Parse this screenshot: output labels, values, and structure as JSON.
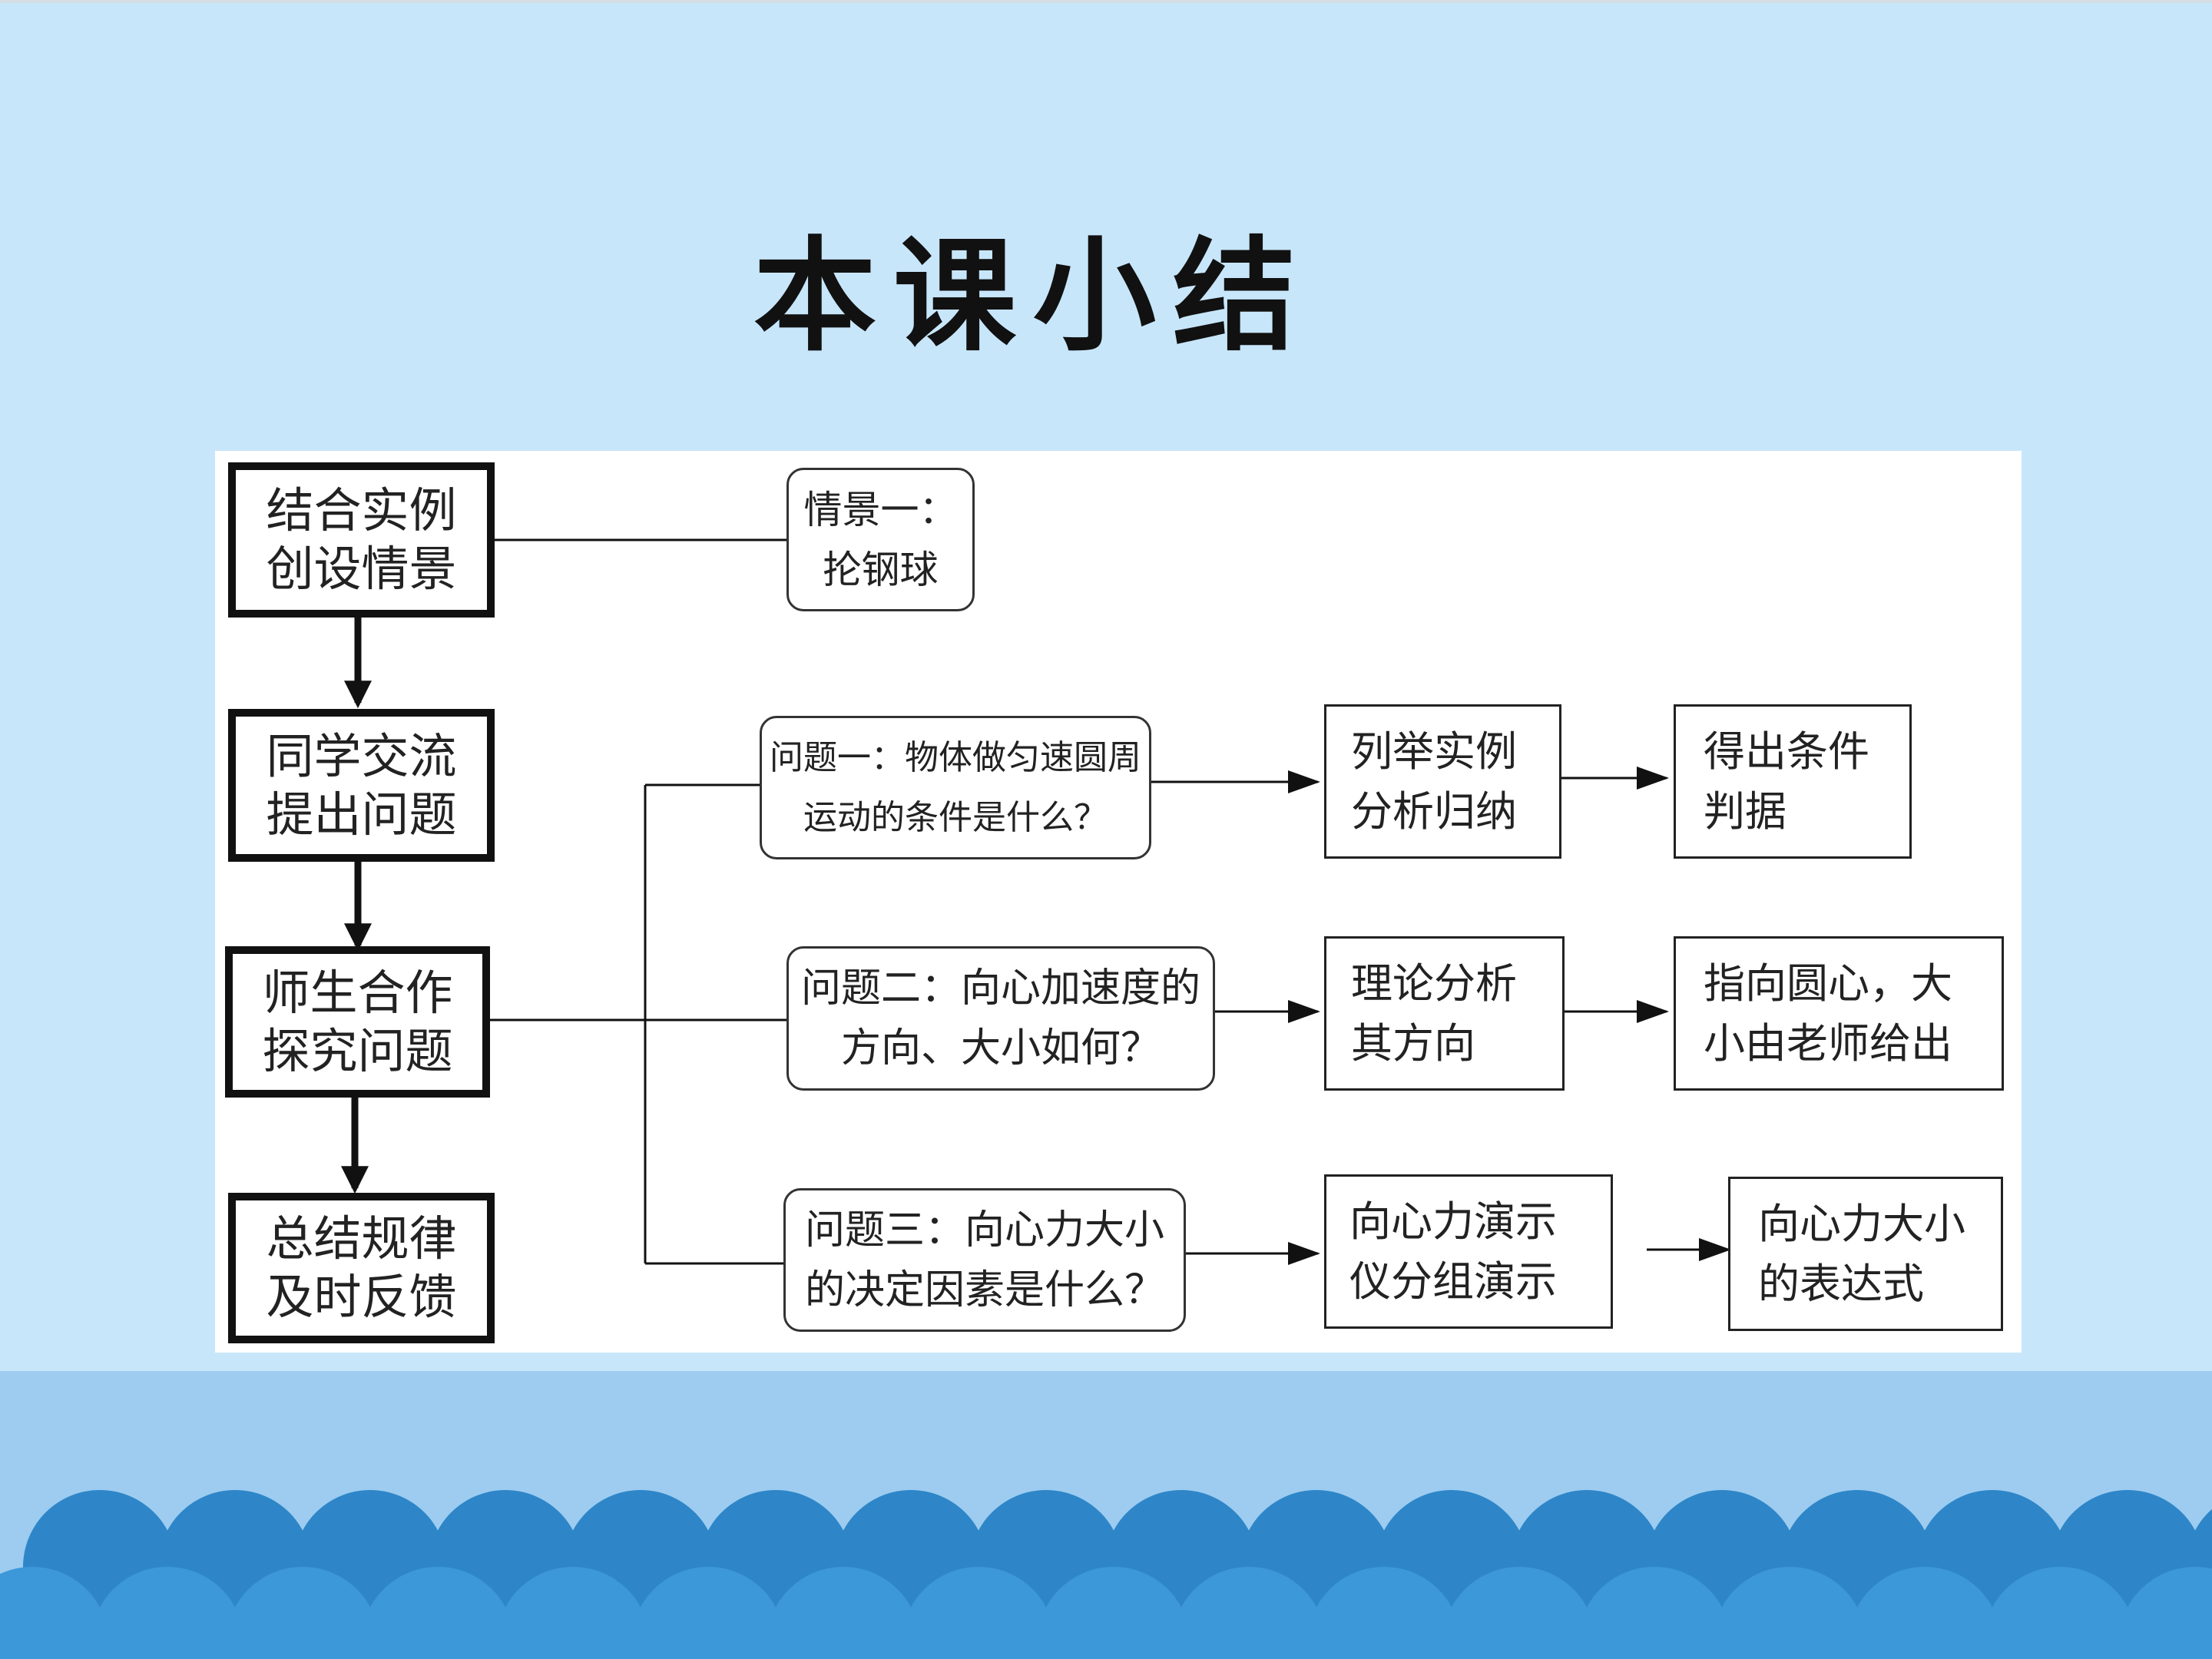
{
  "title": "本课小结",
  "theme_colors": {
    "background": "#c8e6fa",
    "band": "#9dccf0",
    "wave_dark": "#2e86c8",
    "wave_light": "#3c98d8",
    "panel": "#ffffff",
    "line": "#111111"
  },
  "steps": [
    {
      "line1": "结合实例",
      "line2": "创设情景"
    },
    {
      "line1": "同学交流",
      "line2": "提出问题"
    },
    {
      "line1": "师生合作",
      "line2": "探究问题"
    },
    {
      "line1": "总结规律",
      "line2": "及时反馈"
    }
  ],
  "scene": {
    "line1": "情景一：",
    "line2": "抡钢球"
  },
  "questions": [
    {
      "line1": "问题一：物体做匀速圆周",
      "line2": "运动的条件是什么？"
    },
    {
      "line1": "问题二：向心加速度的",
      "line2": "方向、大小如何？"
    },
    {
      "line1": "问题三：向心力大小",
      "line2": "的决定因素是什么？"
    }
  ],
  "methods": [
    {
      "line1": "列举实例",
      "line2": "分析归纳"
    },
    {
      "line1": "理论分析",
      "line2": "其方向"
    },
    {
      "line1": "向心力演示",
      "line2": "仪分组演示"
    }
  ],
  "results": [
    {
      "line1": "得出条件",
      "line2": "判据"
    },
    {
      "line1": "指向圆心，大",
      "line2": "小由老师给出"
    },
    {
      "line1": "向心力大小",
      "line2": "的表达式"
    }
  ]
}
